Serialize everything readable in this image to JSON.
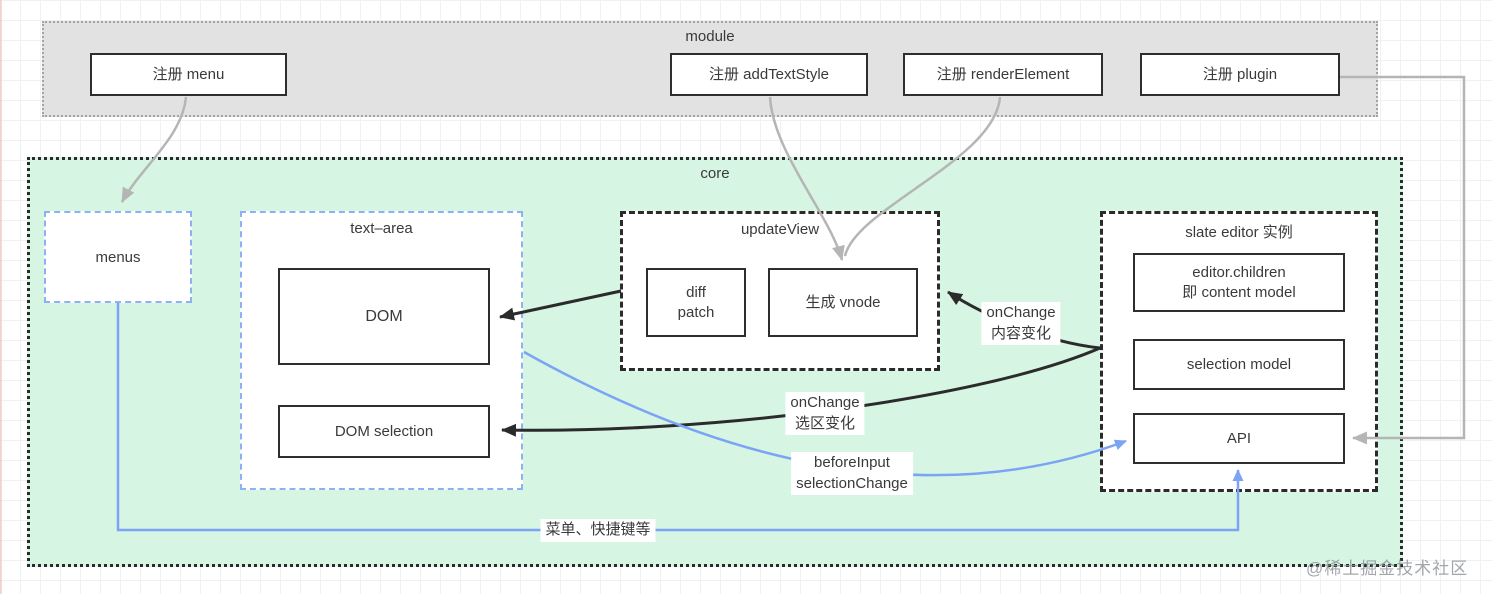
{
  "diagram": {
    "module": {
      "label": "module",
      "boxes": [
        {
          "label": "注册 menu"
        },
        {
          "label": "注册 addTextStyle"
        },
        {
          "label": "注册 renderElement"
        },
        {
          "label": "注册 plugin"
        }
      ]
    },
    "core": {
      "label": "core",
      "menus": {
        "label": "menus"
      },
      "text_area": {
        "label": "text–area",
        "dom": {
          "label": "DOM"
        },
        "dom_selection": {
          "label": "DOM selection"
        }
      },
      "update_view": {
        "label": "updateView",
        "diff_patch": {
          "line1": "diff",
          "line2": "patch"
        },
        "vnode": {
          "label": "生成 vnode"
        }
      },
      "slate_editor": {
        "label": "slate editor 实例",
        "content_model": {
          "line1": "editor.children",
          "line2": "即 content model"
        },
        "selection_model": {
          "label": "selection model"
        },
        "api": {
          "label": "API"
        }
      }
    },
    "edge_labels": {
      "onchange_content": {
        "line1": "onChange",
        "line2": "内容变化"
      },
      "onchange_selection": {
        "line1": "onChange",
        "line2": "选区变化"
      },
      "before_input": {
        "line1": "beforeInput",
        "line2": "selectionChange"
      },
      "menus_shortcut": {
        "label": "菜单、快捷键等"
      }
    },
    "watermark": "@稀土掘金技术社区",
    "colors": {
      "core_background": "#d6f5e3",
      "module_background": "#e2e2e2",
      "blue_accent": "#7ba4f5",
      "black_line": "#2b2b2b",
      "gray_line": "#b5b5b5"
    }
  }
}
